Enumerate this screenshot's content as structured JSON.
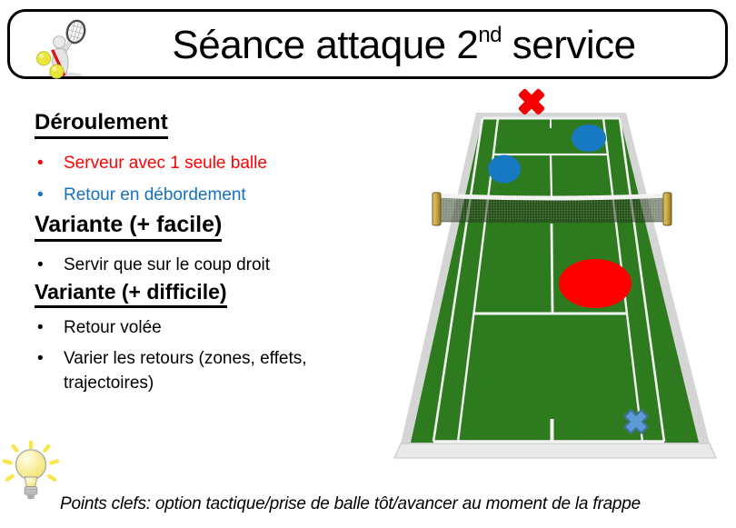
{
  "title": {
    "prefix": "Séance attaque 2",
    "sup": "nd",
    "suffix": " service"
  },
  "sections": [
    {
      "title": "Déroulement",
      "items": [
        {
          "text": "Serveur avec 1 seule balle",
          "color": "red"
        },
        {
          "text": "Retour en débordement",
          "color": "blue"
        }
      ]
    },
    {
      "title": "Variante (+ facile)",
      "items": [
        {
          "text": "Servir que sur le coup droit",
          "color": "black"
        }
      ]
    },
    {
      "title": "Variante (+ difficile)",
      "items": [
        {
          "text": "Retour volée",
          "color": "black"
        },
        {
          "text": "Varier les retours (zones, effets, trajectoires)",
          "color": "black"
        }
      ]
    }
  ],
  "key_points": "Points clefs: option tactique/prise de balle tôt/avancer au moment de la frappe",
  "icons": {
    "header": "tennis-player-icon",
    "footer": "light-bulb-icon"
  },
  "court_diagram": {
    "markers": [
      {
        "id": "red-cross-far",
        "shape": "cross",
        "color": "#F50000",
        "area": "behind far baseline, center"
      },
      {
        "id": "blue-ellipse-far-right",
        "shape": "ellipse",
        "color": "#1679C2",
        "area": "far right service box"
      },
      {
        "id": "blue-ellipse-far-left",
        "shape": "ellipse",
        "color": "#1679C2",
        "area": "far left service box, on service line"
      },
      {
        "id": "red-ellipse-near",
        "shape": "ellipse",
        "color": "#FF0000",
        "area": "near right service box"
      },
      {
        "id": "blue-cross-near",
        "shape": "cross",
        "color": "#5B9BD5",
        "area": "near baseline, right alley"
      }
    ]
  },
  "colors": {
    "text_red": "#FF0000",
    "text_blue": "#1172C4",
    "court_green": "#2E7A1E",
    "marker_red": "#F50000",
    "marker_blue": "#1679C2",
    "cross_blue_fill": "#5B9BD5",
    "cross_blue_stroke": "#41719C",
    "apron_gray": "#D5D5D5"
  }
}
